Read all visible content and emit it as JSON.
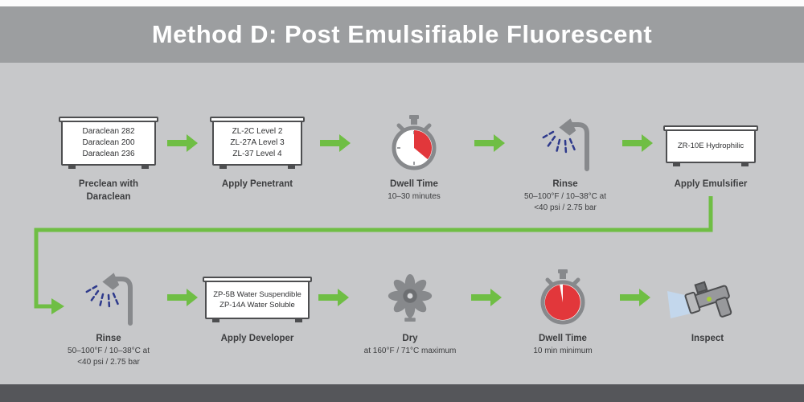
{
  "title": "Method D: Post Emulsifiable Fluorescent",
  "colors": {
    "banner": "#9c9ea0",
    "background": "#c7c8ca",
    "footer": "#55565a",
    "arrow": "#6fbe44",
    "stopwatch_red": "#e2373b",
    "spray_blue": "#2e3a8c",
    "icon_gray": "#87898c"
  },
  "row1": {
    "steps": [
      {
        "icon": "container-icon",
        "box_lines": [
          "Daraclean 282",
          "Daraclean 200",
          "Daraclean 236"
        ],
        "label": "Preclean with",
        "label2": "Daraclean"
      },
      {
        "icon": "container-icon",
        "box_lines": [
          "ZL-2C Level 2",
          "ZL-27A Level 3",
          "ZL-37 Level 4"
        ],
        "label": "Apply Penetrant"
      },
      {
        "icon": "stopwatch-icon",
        "label": "Dwell Time",
        "sub1": "10–30 minutes"
      },
      {
        "icon": "shower-icon",
        "label": "Rinse",
        "sub1": "50–100°F / 10–38°C at",
        "sub2": "<40 psi / 2.75 bar"
      },
      {
        "icon": "container-icon",
        "box_lines": [
          "ZR-10E Hydrophilic"
        ],
        "label": "Apply Emulsifier"
      }
    ]
  },
  "row2": {
    "steps": [
      {
        "icon": "shower-icon",
        "label": "Rinse",
        "sub1": "50–100°F / 10–38°C at",
        "sub2": "<40 psi / 2.75 bar"
      },
      {
        "icon": "container-icon",
        "box_lines": [
          "ZP-5B Water Suspendible",
          "ZP-14A Water Soluble"
        ],
        "label": "Apply Developer"
      },
      {
        "icon": "fan-icon",
        "label": "Dry",
        "sub1": "at 160°F / 71°C maximum"
      },
      {
        "icon": "stopwatch-icon",
        "label": "Dwell Time",
        "sub1": "10 min minimum"
      },
      {
        "icon": "uv-lamp-icon",
        "label": "Inspect"
      }
    ]
  }
}
